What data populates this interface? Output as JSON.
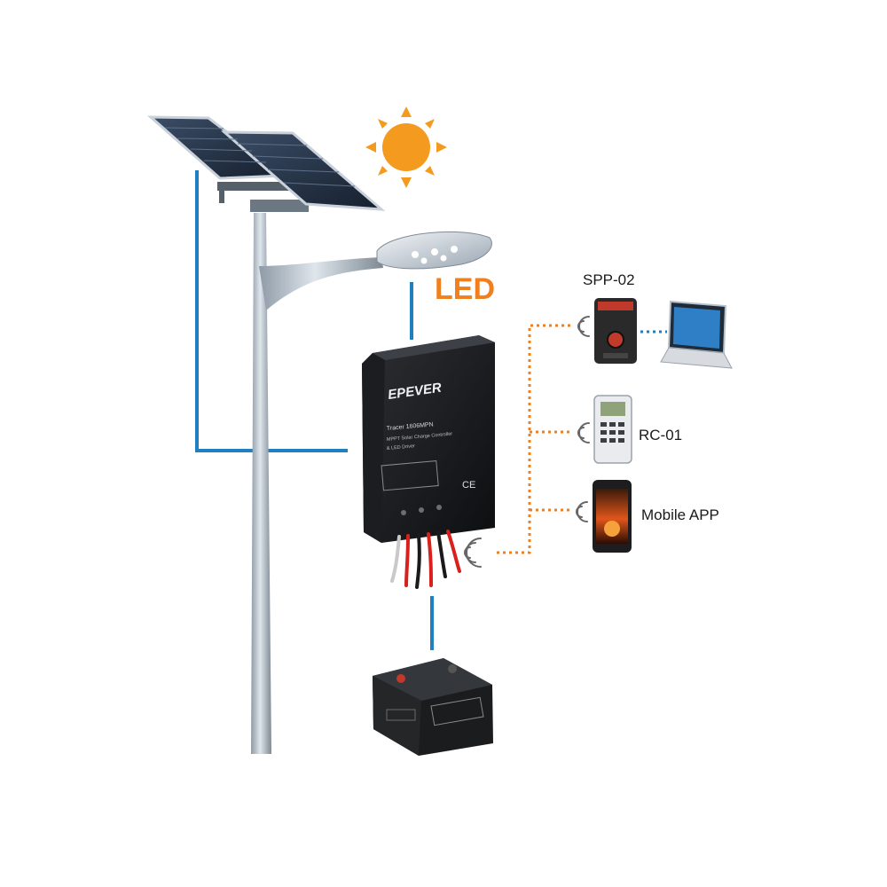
{
  "labels": {
    "led": "LED",
    "spp": "SPP-02",
    "rc": "RC-01",
    "app": "Mobile APP"
  },
  "controller_text": {
    "brand": "EPEVER",
    "model": "Tracer 1606MPN",
    "desc1": "MPPT Solar Charge Controller",
    "desc2": "& LED Driver",
    "ce": "CE"
  },
  "icons": {
    "sun": "sun-icon",
    "solar_panel": "solar-panel-icon",
    "street_light": "street-light-icon",
    "controller": "charge-controller-icon",
    "battery": "battery-icon",
    "wireless": "wireless-signal-icon",
    "laptop": "laptop-icon",
    "remote": "remote-meter-icon",
    "phone": "smartphone-icon"
  },
  "colors": {
    "wire_blue": "#1f7fc0",
    "link_orange": "#f07f1e",
    "sun": "#f39a1f",
    "led_text": "#f07f1e"
  }
}
